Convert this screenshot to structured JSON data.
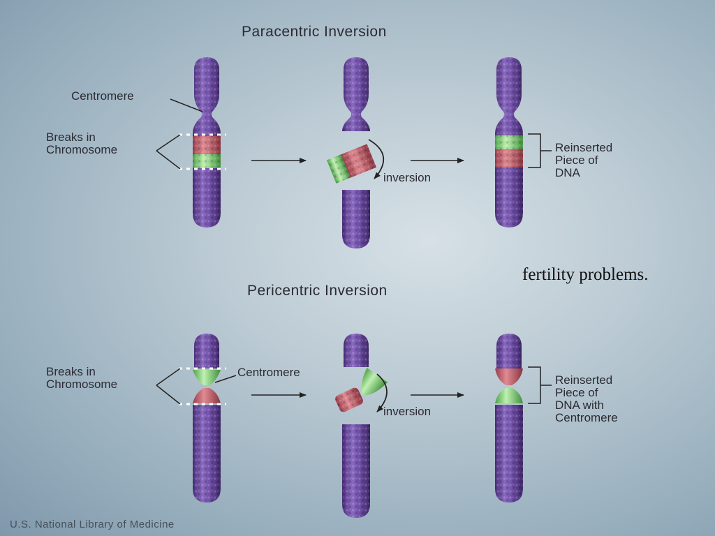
{
  "top_panel": {
    "title": "Paracentric Inversion",
    "centromere_label": "Centromere",
    "breaks_label": "Breaks in\nChromosome",
    "inversion_label": "inversion",
    "reinserted_label": "Reinserted\nPiece of\nDNA"
  },
  "bottom_panel": {
    "title": "Pericentric Inversion",
    "breaks_label": "Breaks in\nChromosome",
    "centromere_label": "Centromere",
    "inversion_label": "inversion",
    "reinserted_label": "Reinserted\nPiece of\nDNA with\nCentromere"
  },
  "caption": "fertility problems.",
  "credit": "U.S. National Library of Medicine",
  "colors": {
    "chromosome": "#6a4a9e",
    "segment_red": "#c86470",
    "segment_green": "#86d07a",
    "text": "#2b2b33"
  }
}
